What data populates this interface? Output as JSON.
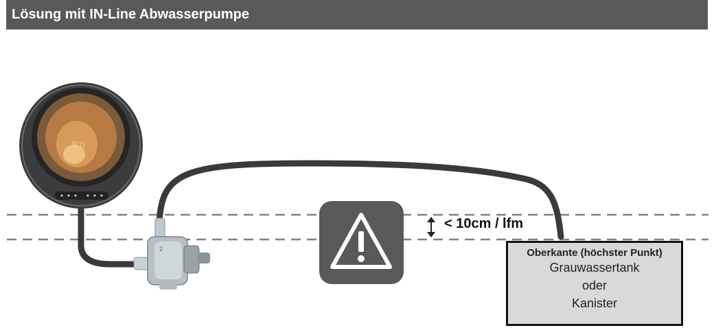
{
  "header": {
    "title": "Lösung mit IN-Line Abwasserpumpe"
  },
  "machine": {
    "brand": "tiny"
  },
  "distance": {
    "label": "< 10cm / lfm"
  },
  "tank": {
    "title": "Oberkante (höchster Punkt)",
    "lines": [
      "Grauwassertank",
      "oder",
      "Kanister"
    ]
  },
  "icons": {
    "warning": "warning-triangle-icon",
    "arrow": "double-arrow-vertical-icon"
  },
  "colors": {
    "header_bg": "#595959",
    "hose": "#3a3a3a",
    "tank_bg": "#d9d9d9",
    "dashed_line": "#808080"
  }
}
